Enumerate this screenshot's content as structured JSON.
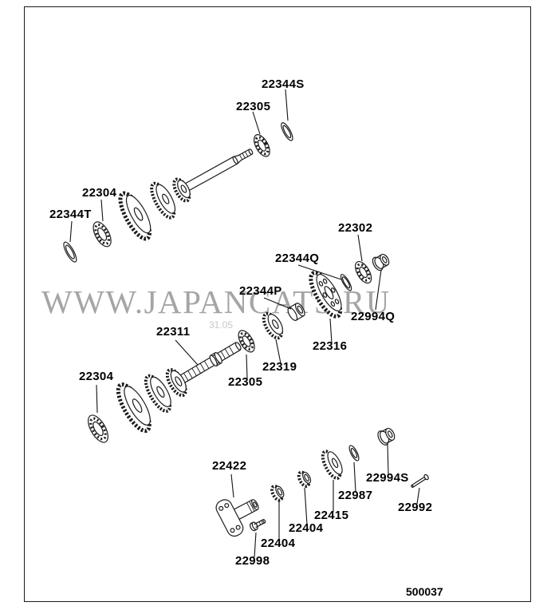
{
  "page": {
    "watermark": "WWW.JAPANCATS.RU",
    "watermark_sub": "31.05",
    "diagram_number": "500037"
  },
  "labels": [
    "22344S",
    "22305",
    "22304",
    "22344T",
    "22302",
    "22344Q",
    "22344P",
    "22994Q",
    "22311",
    "22316",
    "22319",
    "22305",
    "22304",
    "22422",
    "22994S",
    "22987",
    "22992",
    "22415",
    "22404",
    "22404",
    "22998"
  ]
}
